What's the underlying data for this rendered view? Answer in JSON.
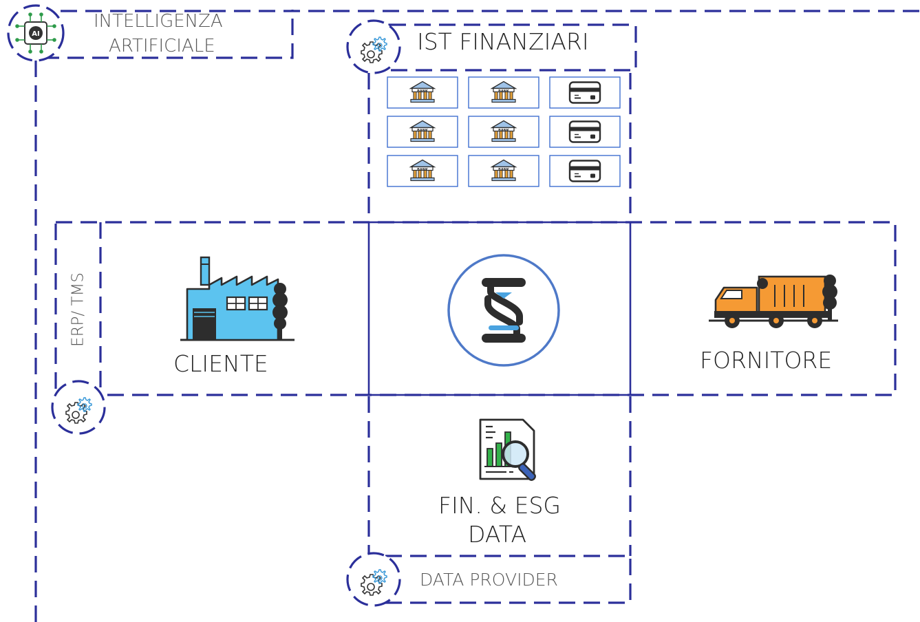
{
  "colors": {
    "dash_navy": "#2b2f9a",
    "tile_border": "#3f6fd0",
    "factory_blue": "#5cc3ef",
    "truck_orange": "#f59a34",
    "hourglass_blue": "#4aa3e0",
    "circle_blue": "#4e79c8",
    "chart_green": "#33b24a",
    "text_dark": "#222222"
  },
  "labels": {
    "ai": "INTELLIGENZA",
    "ai2": "ARTIFICIALE",
    "ist": "IST FINANZIARI",
    "erp": "ERP/ TMS",
    "cliente": "CLIENTE",
    "fornitore": "FORNITORE",
    "fin1": "FIN. & ESG",
    "fin2": "DATA",
    "data_provider": "DATA PROVIDER"
  },
  "tiles": [
    [
      "bank-icon",
      "bank-icon",
      "card-icon"
    ],
    [
      "bank-icon",
      "bank-icon",
      "card-icon"
    ],
    [
      "bank-icon",
      "bank-icon",
      "card-icon"
    ]
  ],
  "bank_text": "BANK",
  "icons": {
    "ai": "ai-chip-icon",
    "gear": "gear-icon",
    "factory": "factory-icon",
    "truck": "truck-icon",
    "hourglass": "hourglass-logo-icon",
    "report": "report-magnifier-icon"
  }
}
